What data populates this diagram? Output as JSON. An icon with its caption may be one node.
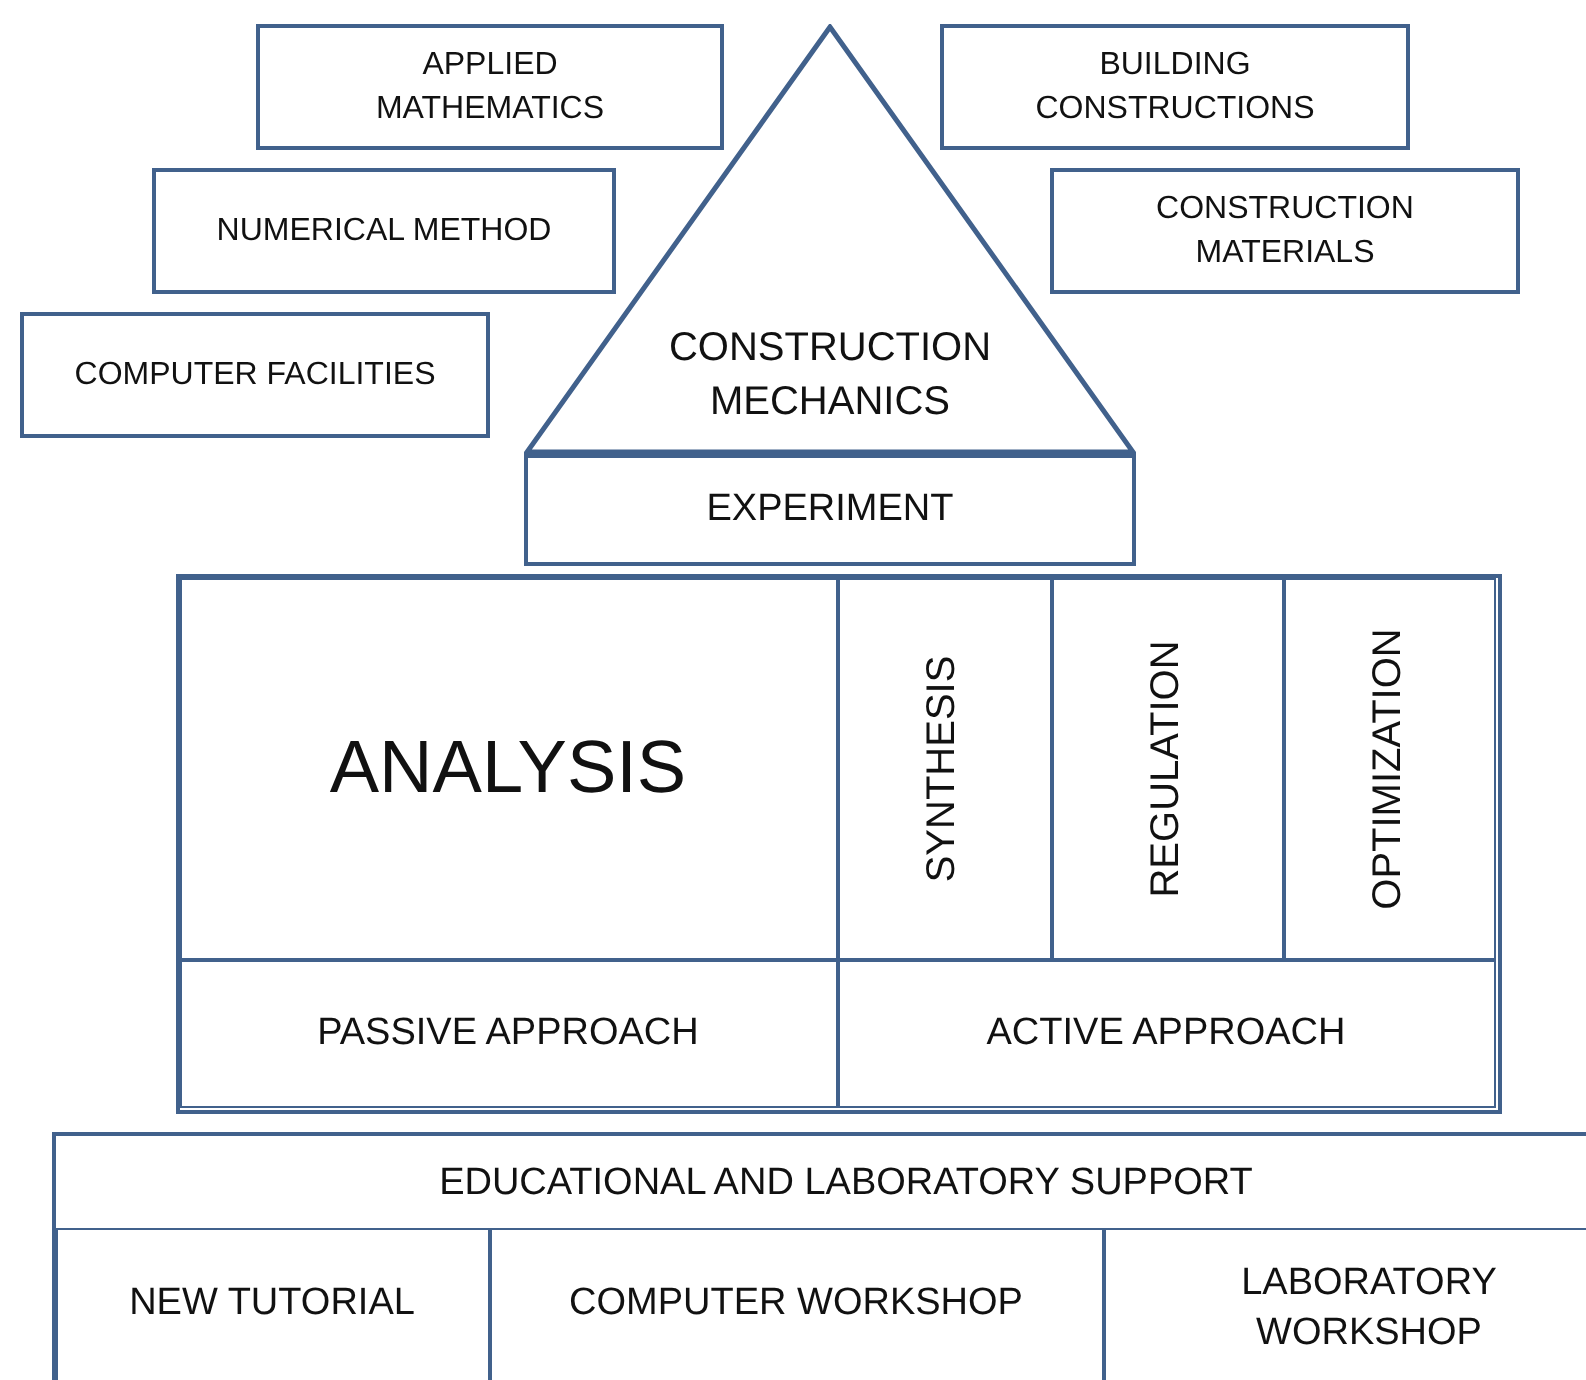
{
  "diagram": {
    "nodes": [
      {
        "text": [
          "APPLIED MATHEMATICS"
        ]
      },
      {
        "text": [
          "BUILDING CONSTRUCTIONS"
        ]
      },
      {
        "text": [
          "NUMERICAL METHOD"
        ]
      },
      {
        "text": [
          "CONSTRUCTION MATERIALS"
        ]
      },
      {
        "text": [
          "COMPUTER FACILITIES"
        ]
      },
      {
        "text": [
          "CONSTRUCTION MECHANICS"
        ]
      },
      {
        "text": [
          "EXPERIMENT"
        ]
      },
      {
        "text": [],
        "shape": "box"
      },
      {
        "text": [
          "ANALYSIS"
        ],
        "in": 7
      },
      {
        "text": [
          "SYNTHESIS"
        ],
        "in": 7
      },
      {
        "text": [
          "REGULATION"
        ],
        "in": 7
      },
      {
        "text": [
          "OPTIMIZATION"
        ],
        "in": 7
      },
      {
        "text": [
          "PASSIVE APPROACH"
        ],
        "in": 7
      },
      {
        "text": [
          "ACTIVE APPROACH"
        ],
        "in": 7
      },
      {
        "text": [
          "EDUCATIONAL AND LABORATORY SUPPORT"
        ]
      },
      {
        "text": [
          "NEW TUTORIAL"
        ],
        "in": 14
      },
      {
        "text": [
          "COMPUTER WORKSHOP"
        ],
        "in": 14
      },
      {
        "text": [
          "LABORATORY WORKSHOP"
        ],
        "in": 14
      }
    ]
  }
}
